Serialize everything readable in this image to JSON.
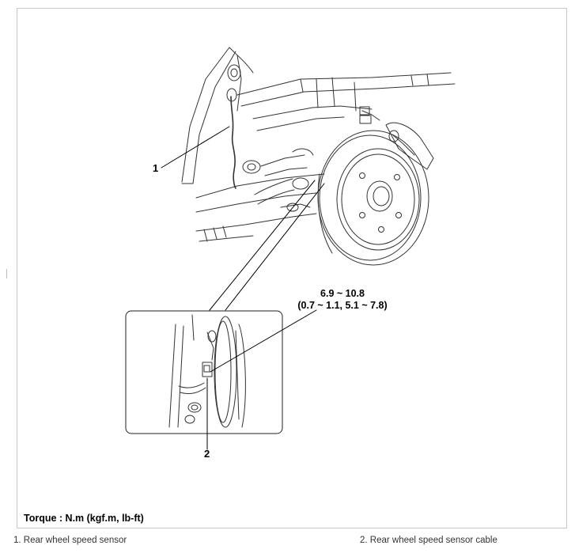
{
  "diagram": {
    "callout_1": "1",
    "callout_2": "2",
    "torque_value": "6.9 ~ 10.8",
    "torque_value_alt": "(0.7 ~ 1.1, 5.1 ~ 7.8)",
    "torque_unit": "Torque : N.m (kgf.m, lb-ft)"
  },
  "legend": [
    "1. Rear wheel speed sensor",
    "2. Rear wheel speed sensor cable"
  ]
}
